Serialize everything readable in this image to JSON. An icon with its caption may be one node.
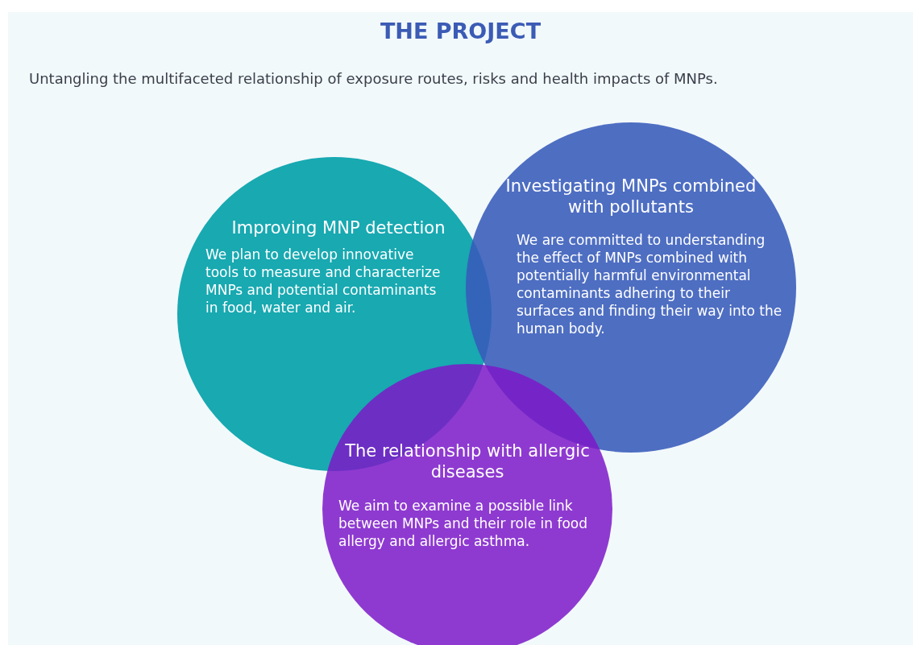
{
  "diagram": {
    "title": "THE PROJECT",
    "nodes": [
      {
        "text": [
          "Improving MNP detection",
          "We plan to develop innovative tools to measure and characterize MNPs and potential contaminants in food, water and air."
        ]
      },
      {
        "text": [
          "Investigating MNPs combined with pollutants",
          "We are committed to understanding the effect of MNPs combined with potentially harmful environmental contaminants adhering to their surfaces and finding their way into the human body."
        ]
      },
      {
        "text": [
          "The relationship with allergic diseases",
          "We aim to examine a possible link between MNPs and their role in food allergy and allergic asthma."
        ]
      }
    ],
    "labels": [
      "Untangling the multifaceted relationship of exposure routes, risks and health impacts of MNPs."
    ]
  }
}
